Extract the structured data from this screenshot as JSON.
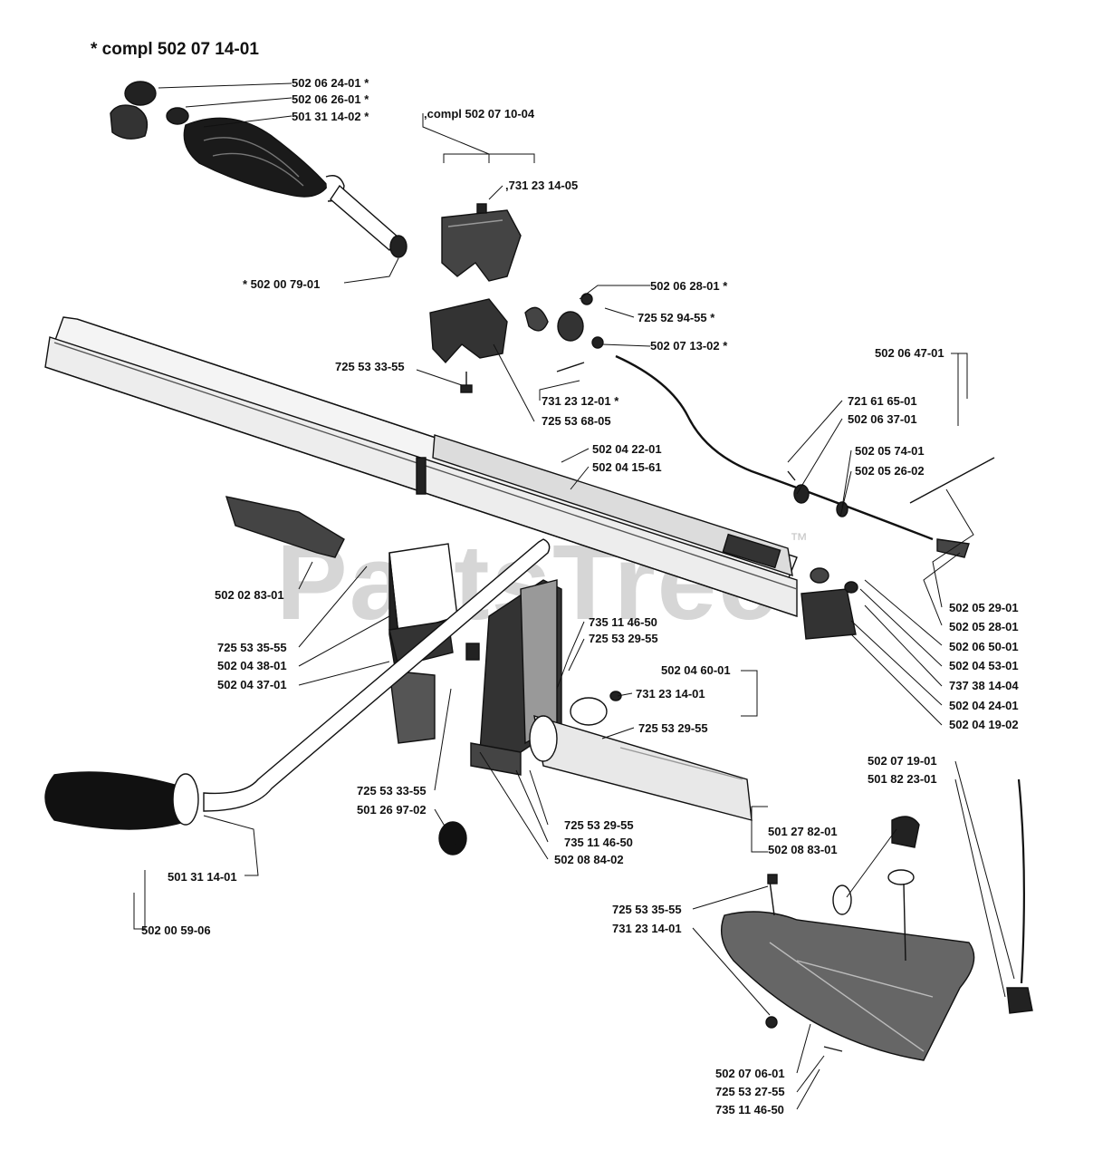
{
  "title": "*  compl 502 07 14-01",
  "watermark": {
    "text": "PartsTree",
    "mark": "™"
  },
  "groups": {
    "compl_top": ",compl 502 07 10-04"
  },
  "labels": {
    "l01": "502 06 24-01  *",
    "l02": "502 06 26-01  *",
    "l03": "501 31 14-02  *",
    "l04": ",731 23 14-05",
    "l05": "*  502 00 79-01",
    "l06": "502 06 28-01  *",
    "l07": "725 52 94-55  *",
    "l08": "502 07 13-02  *",
    "l09": "725 53 33-55",
    "l10": "731 23 12-01  *",
    "l11": "725 53 68-05",
    "l12": "502 06 47-01",
    "l13": "721 61 65-01",
    "l14": "502 06 37-01",
    "l15": "502 04 22-01",
    "l16": "502 04 15-61",
    "l17": "502 05 74-01",
    "l18": "502 05 26-02",
    "l19": "502 02 83-01",
    "l20": "725 53 35-55",
    "l21": "502 04 38-01",
    "l22": "502 04 37-01",
    "l23": "735 11 46-50",
    "l24": "725 53 29-55",
    "l25": "502 04 60-01",
    "l26": "731 23 14-01",
    "l27": "725 53 29-55",
    "l28": "502 05 29-01",
    "l29": "502 05 28-01",
    "l30": "502 06 50-01",
    "l31": "502 04 53-01",
    "l32": "737 38 14-04",
    "l33": "502 04 24-01",
    "l34": "502 04 19-02",
    "l35": "725 53 33-55",
    "l36": "501 26 97-02",
    "l37": "725 53 29-55",
    "l38": "735 11 46-50",
    "l39": "502 08 84-02",
    "l40": "502 07 19-01",
    "l41": "501 82 23-01",
    "l42": "501 27 82-01",
    "l43": "502 08 83-01",
    "l44": "501 31 14-01",
    "l45": "502 00 59-06",
    "l46": "725 53 35-55",
    "l47": "731 23 14-01",
    "l48": "502 07 06-01",
    "l49": "725 53 27-55",
    "l50": "735 11 46-50"
  }
}
